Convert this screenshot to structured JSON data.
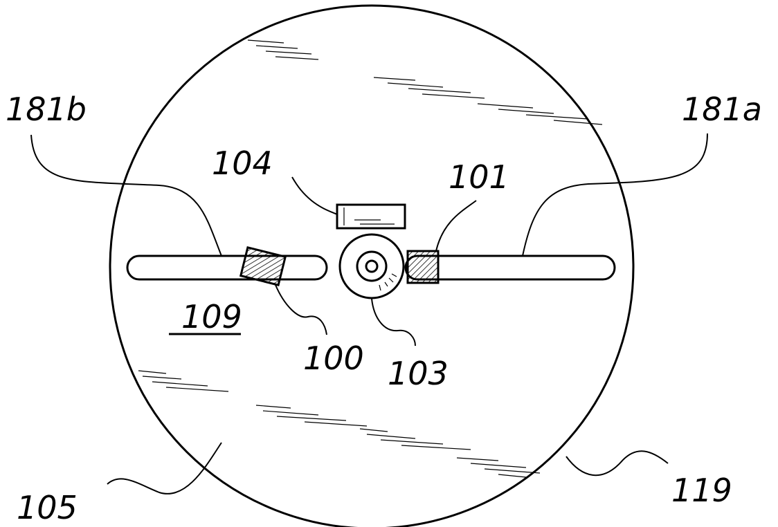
{
  "labels": {
    "disc_outer": "181b",
    "slot_right": "181a",
    "block_top": "104",
    "block_right": "101",
    "hub": "103",
    "block_left": "100",
    "area": "109",
    "disc_surface": "105",
    "disc_edge": "119"
  },
  "colors": {
    "line": "#000000",
    "background": "#ffffff"
  }
}
